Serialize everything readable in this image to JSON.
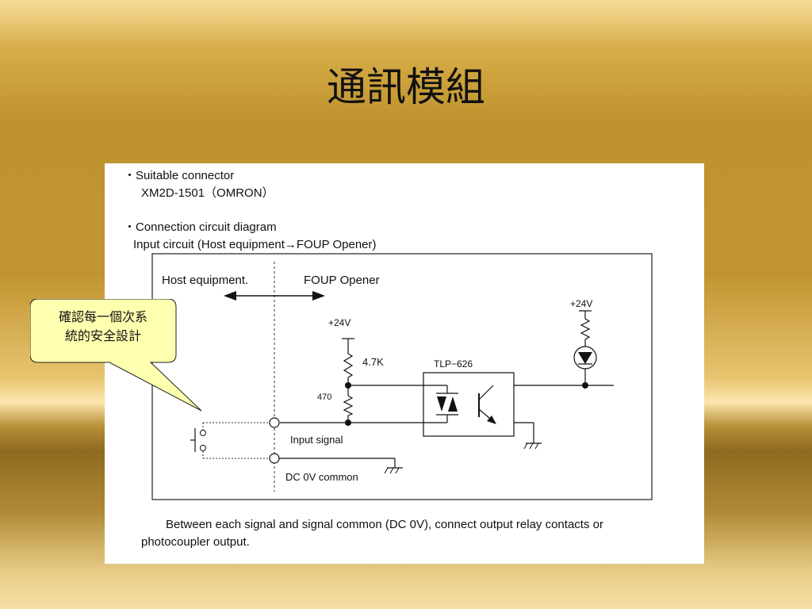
{
  "slide": {
    "title": "通訊模組"
  },
  "spec": {
    "connector_heading": "・Suitable connector",
    "connector_model": "XM2D-1501（OMRON）",
    "circuit_heading": "・Connection circuit diagram",
    "circuit_subheading": "Input circuit (Host equipment→FOUP Opener)"
  },
  "diagram": {
    "host_label": "Host equipment.",
    "opener_label": "FOUP Opener",
    "supply_left": "+24V",
    "supply_right": "+24V",
    "resistor_top": "4.7K",
    "resistor_bottom": "470",
    "optocoupler": "TLP−626",
    "input_signal": "Input signal",
    "common": "DC 0V common"
  },
  "footnote": {
    "line1": "Between each signal and signal common (DC 0V), connect output relay contacts or",
    "line2": "photocoupler output."
  },
  "callout": {
    "line1": "確認每一個次系",
    "line2": "統的安全設計"
  }
}
